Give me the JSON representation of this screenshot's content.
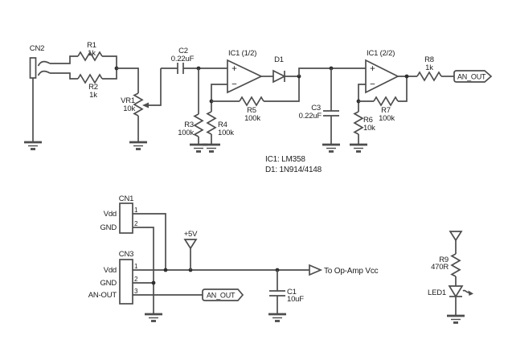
{
  "colors": {
    "background": "#ffffff",
    "wire": "#4d4d4d",
    "text": "#1c1c1c"
  },
  "components": {
    "cn2": {
      "ref": "CN2"
    },
    "r1": {
      "ref": "R1",
      "value": "1k"
    },
    "r2": {
      "ref": "R2",
      "value": "1k"
    },
    "vr1": {
      "ref": "VR1",
      "value": "10k"
    },
    "c2": {
      "ref": "C2",
      "value": "0.22uF"
    },
    "r3": {
      "ref": "R3",
      "value": "100k"
    },
    "r4": {
      "ref": "R4",
      "value": "100k"
    },
    "r5": {
      "ref": "R5",
      "value": "100k"
    },
    "ic1a": {
      "ref": "IC1 (1/2)",
      "plus": "+",
      "minus": "−"
    },
    "d1": {
      "ref": "D1"
    },
    "c3": {
      "ref": "C3",
      "value": "0.22uF"
    },
    "ic1b": {
      "ref": "IC1 (2/2)",
      "plus": "+",
      "minus": "−"
    },
    "r6": {
      "ref": "R6",
      "value": "10k"
    },
    "r7": {
      "ref": "R7",
      "value": "100k"
    },
    "r8": {
      "ref": "R8",
      "value": "1k"
    },
    "c1": {
      "ref": "C1",
      "value": "10uF"
    },
    "r9": {
      "ref": "R9",
      "value": "470R"
    },
    "led1": {
      "ref": "LED1"
    },
    "cn1": {
      "ref": "CN1",
      "pin1": "1",
      "pin1_label": "Vdd",
      "pin2": "2",
      "pin2_label": "GND"
    },
    "cn3": {
      "ref": "CN3",
      "pin1": "1",
      "pin1_label": "Vdd",
      "pin2": "2",
      "pin2_label": "GND",
      "pin3": "3",
      "pin3_label": "AN-OUT"
    }
  },
  "nets": {
    "an_out_top": "AN_OUT",
    "an_out_bottom": "AN_OUT",
    "supply": "+5V",
    "vcc_note": "To Op-Amp Vcc"
  },
  "notes": {
    "ic1": "IC1: LM358",
    "d1": "D1: 1N914/4148"
  }
}
